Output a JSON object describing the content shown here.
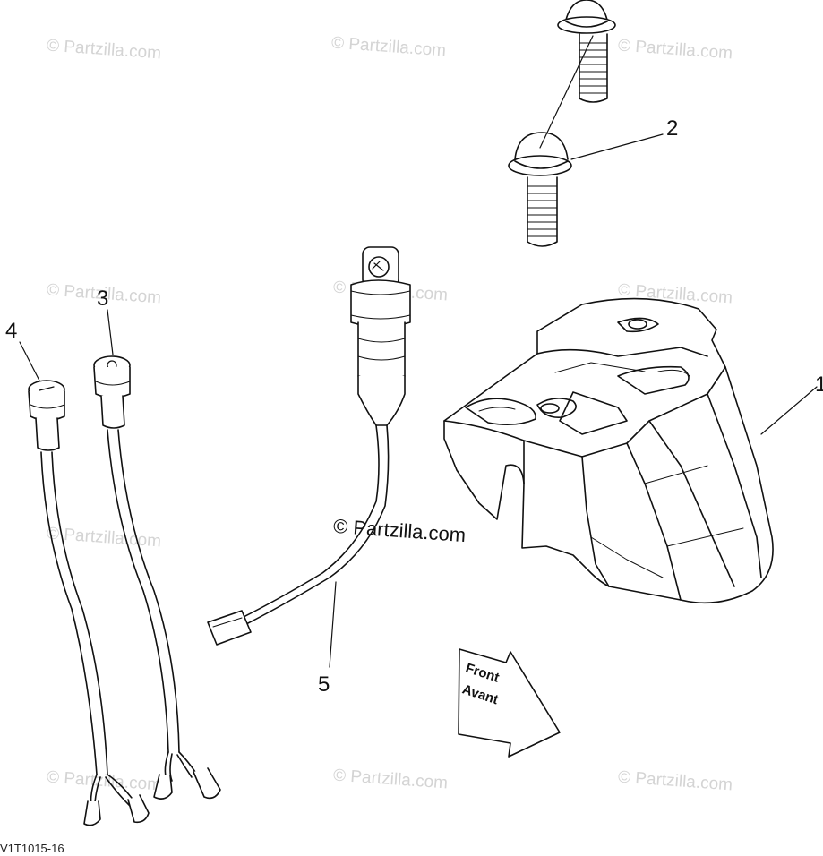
{
  "watermark": "© Partzilla.com",
  "callouts": [
    "1",
    "2",
    "3",
    "4",
    "5"
  ],
  "direction_arrow": {
    "line1": "Front",
    "line2": "Avant"
  },
  "drawing_number": "V1T1015-16",
  "colors": {
    "line": "#111111",
    "watermark": "#d4d4d4",
    "background": "#ffffff"
  }
}
